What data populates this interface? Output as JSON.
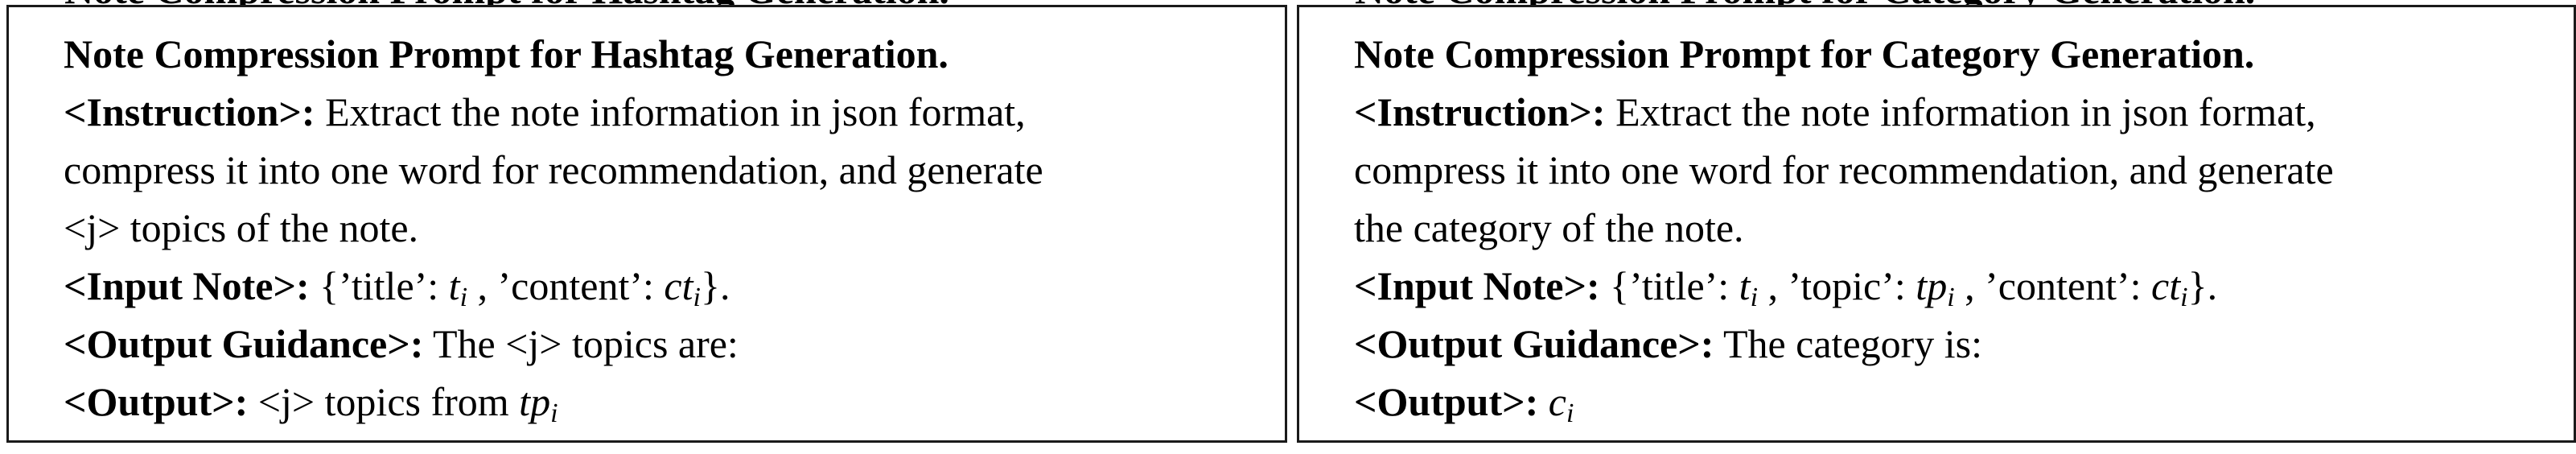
{
  "top_strip": {
    "left_fragment": "Note Compression Prompt for Hashtag Generation.",
    "right_fragment": "Note Compression Prompt for Category Generation."
  },
  "left_panel": {
    "title": "Note Compression Prompt for Hashtag Generation.",
    "instruction_tag": "<Instruction>:",
    "instruction_line1": " Extract the note information in json format,",
    "instruction_line2": "compress it into one word for recommendation, and generate",
    "instruction_line3": "<j> topics of the note.",
    "input_tag": "<Input Note>:",
    "input_prefix": " {’title’: ",
    "t": "t",
    "i1": "i",
    "input_mid": " , ’content’: ",
    "ct": "ct",
    "i2": "i",
    "input_suffix": "}.",
    "guidance_tag": "<Output Guidance>:",
    "guidance_text": " The <j> topics are:",
    "output_tag": "<Output>:",
    "output_text": " <j> topics from ",
    "tp": "tp",
    "i3": "i"
  },
  "right_panel": {
    "title": "Note Compression Prompt for Category Generation.",
    "instruction_tag": "<Instruction>:",
    "instruction_line1": " Extract the note information in json format,",
    "instruction_line2": "compress it into one word for recommendation, and generate",
    "instruction_line3": "the category of the note.",
    "input_tag": "<Input Note>:",
    "input_prefix": " {’title’: ",
    "t": "t",
    "i1": "i",
    "input_mid1": " , ’topic’: ",
    "tp": "tp",
    "i2": "i",
    "input_mid2": " , ’content’: ",
    "ct": "ct",
    "i3": "i",
    "input_suffix": "}.",
    "guidance_tag": "<Output Guidance>:",
    "guidance_text": " The category is:",
    "output_tag": "<Output>:",
    "output_space": " ",
    "c": "c",
    "i4": "i"
  }
}
